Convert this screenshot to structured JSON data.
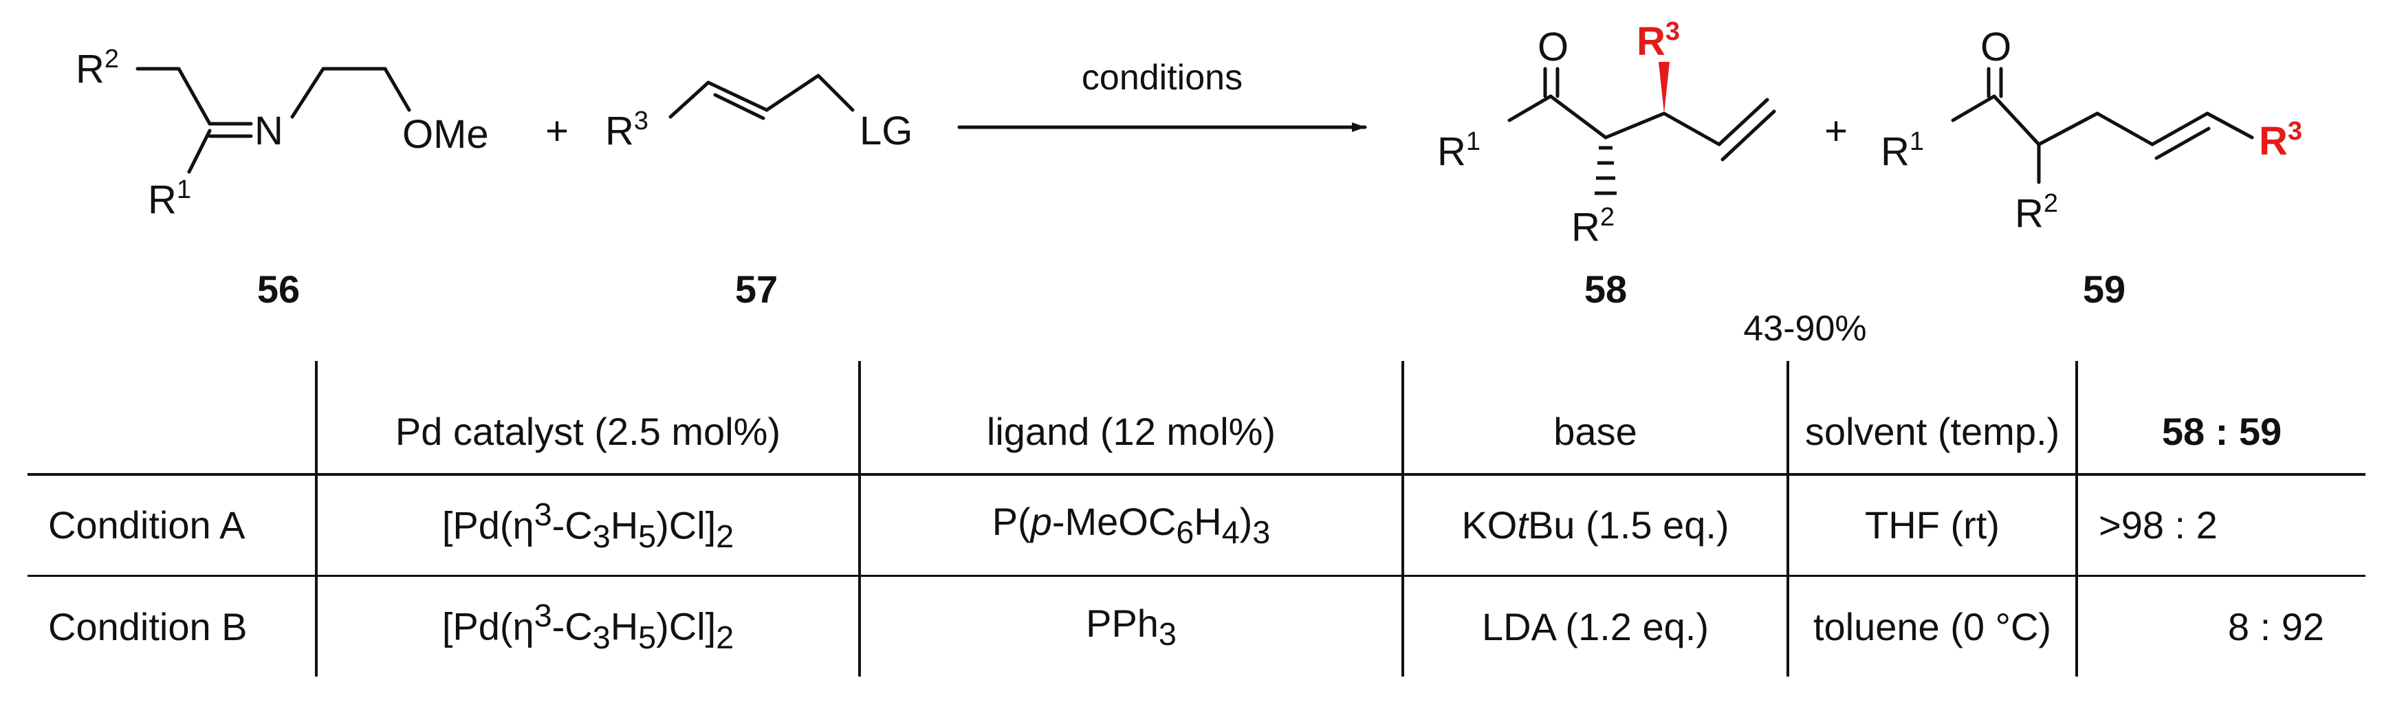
{
  "scheme": {
    "reactant_56": {
      "R2": "R",
      "R2_sup": "2",
      "N": "N",
      "OMe": "OMe",
      "R1": "R",
      "R1_sup": "1",
      "label": "56"
    },
    "plus_1": "+",
    "reactant_57": {
      "R3": "R",
      "R3_sup": "3",
      "LG": "LG",
      "label": "57"
    },
    "arrow_label": "conditions",
    "product_58": {
      "O": "O",
      "R1": "R",
      "R1_sup": "1",
      "R2": "R",
      "R2_sup": "2",
      "R3": "R",
      "R3_sup": "3",
      "label": "58"
    },
    "plus_2": "+",
    "product_59": {
      "O": "O",
      "R1": "R",
      "R1_sup": "1",
      "R2": "R",
      "R2_sup": "2",
      "R3": "R",
      "R3_sup": "3",
      "label": "59"
    },
    "yield": "43-90%",
    "highlight_color": "#e41b1b"
  },
  "table": {
    "headers": {
      "catalyst": "Pd catalyst (2.5 mol%)",
      "ligand": "ligand (12 mol%)",
      "base": "base",
      "solvent": "solvent (temp.)",
      "ratio_a": "58",
      "ratio_sep": " : ",
      "ratio_b": "59"
    },
    "row_a": {
      "label": "Condition A",
      "cat_1": "[Pd(η",
      "cat_sup": "3",
      "cat_2": "-C",
      "cat_sub1": "3",
      "cat_3": "H",
      "cat_sub2": "5",
      "cat_4": ")Cl]",
      "cat_sub3": "2",
      "lig_1": "P(",
      "lig_it": "p",
      "lig_2": "-MeOC",
      "lig_sub1": "6",
      "lig_3": "H",
      "lig_sub2": "4",
      "lig_4": ")",
      "lig_sub3": "3",
      "base_1": "KO",
      "base_it": "t",
      "base_2": "Bu (1.5 eq.)",
      "solvent": "THF (rt)",
      "ratio": ">98 : 2"
    },
    "row_b": {
      "label": "Condition B",
      "cat_1": "[Pd(η",
      "cat_sup": "3",
      "cat_2": "-C",
      "cat_sub1": "3",
      "cat_3": "H",
      "cat_sub2": "5",
      "cat_4": ")Cl]",
      "cat_sub3": "2",
      "lig_1": "PPh",
      "lig_sub1": "3",
      "base": "LDA (1.2 eq.)",
      "solvent": "toluene (0 °C)",
      "ratio": "8 : 92"
    }
  }
}
